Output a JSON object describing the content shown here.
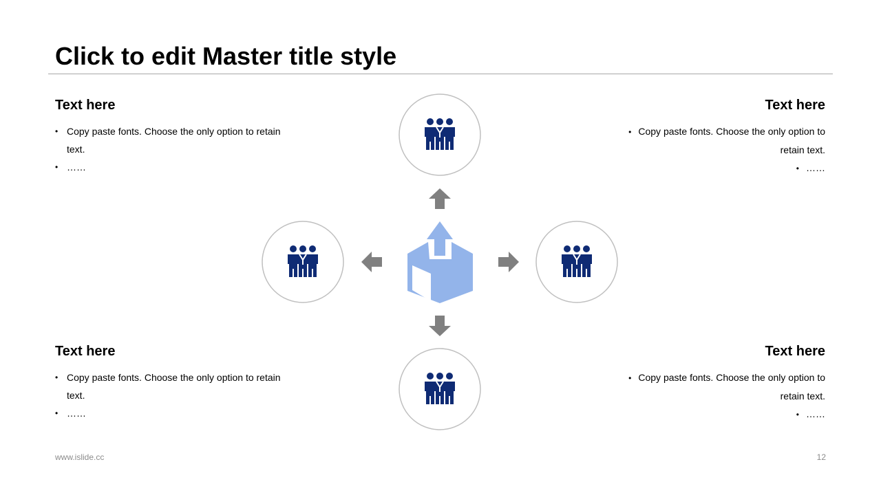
{
  "slide": {
    "title": "Click to edit Master title style",
    "footer_url": "www.islide.cc",
    "page_number": "12"
  },
  "blocks": [
    {
      "heading": "Text here",
      "bullets": [
        "Copy paste fonts. Choose the only option to retain text.",
        "……"
      ]
    },
    {
      "heading": "Text here",
      "bullets": [
        "Copy paste fonts. Choose the only option to retain text.",
        "……"
      ]
    },
    {
      "heading": "Text here",
      "bullets": [
        "Copy paste fonts. Choose the only option to retain text.",
        "……"
      ]
    },
    {
      "heading": "Text here",
      "bullets": [
        "Copy paste fonts. Choose the only option to retain text.",
        "……"
      ]
    }
  ],
  "diagram": {
    "center_icon": "box-with-up-arrow-icon",
    "node_icon": "team-icon",
    "colors": {
      "icon_navy": "#0f2b74",
      "box_blue": "#93b4ea",
      "arrow_gray": "#808080",
      "circle_stroke": "#bfbfbf"
    }
  }
}
